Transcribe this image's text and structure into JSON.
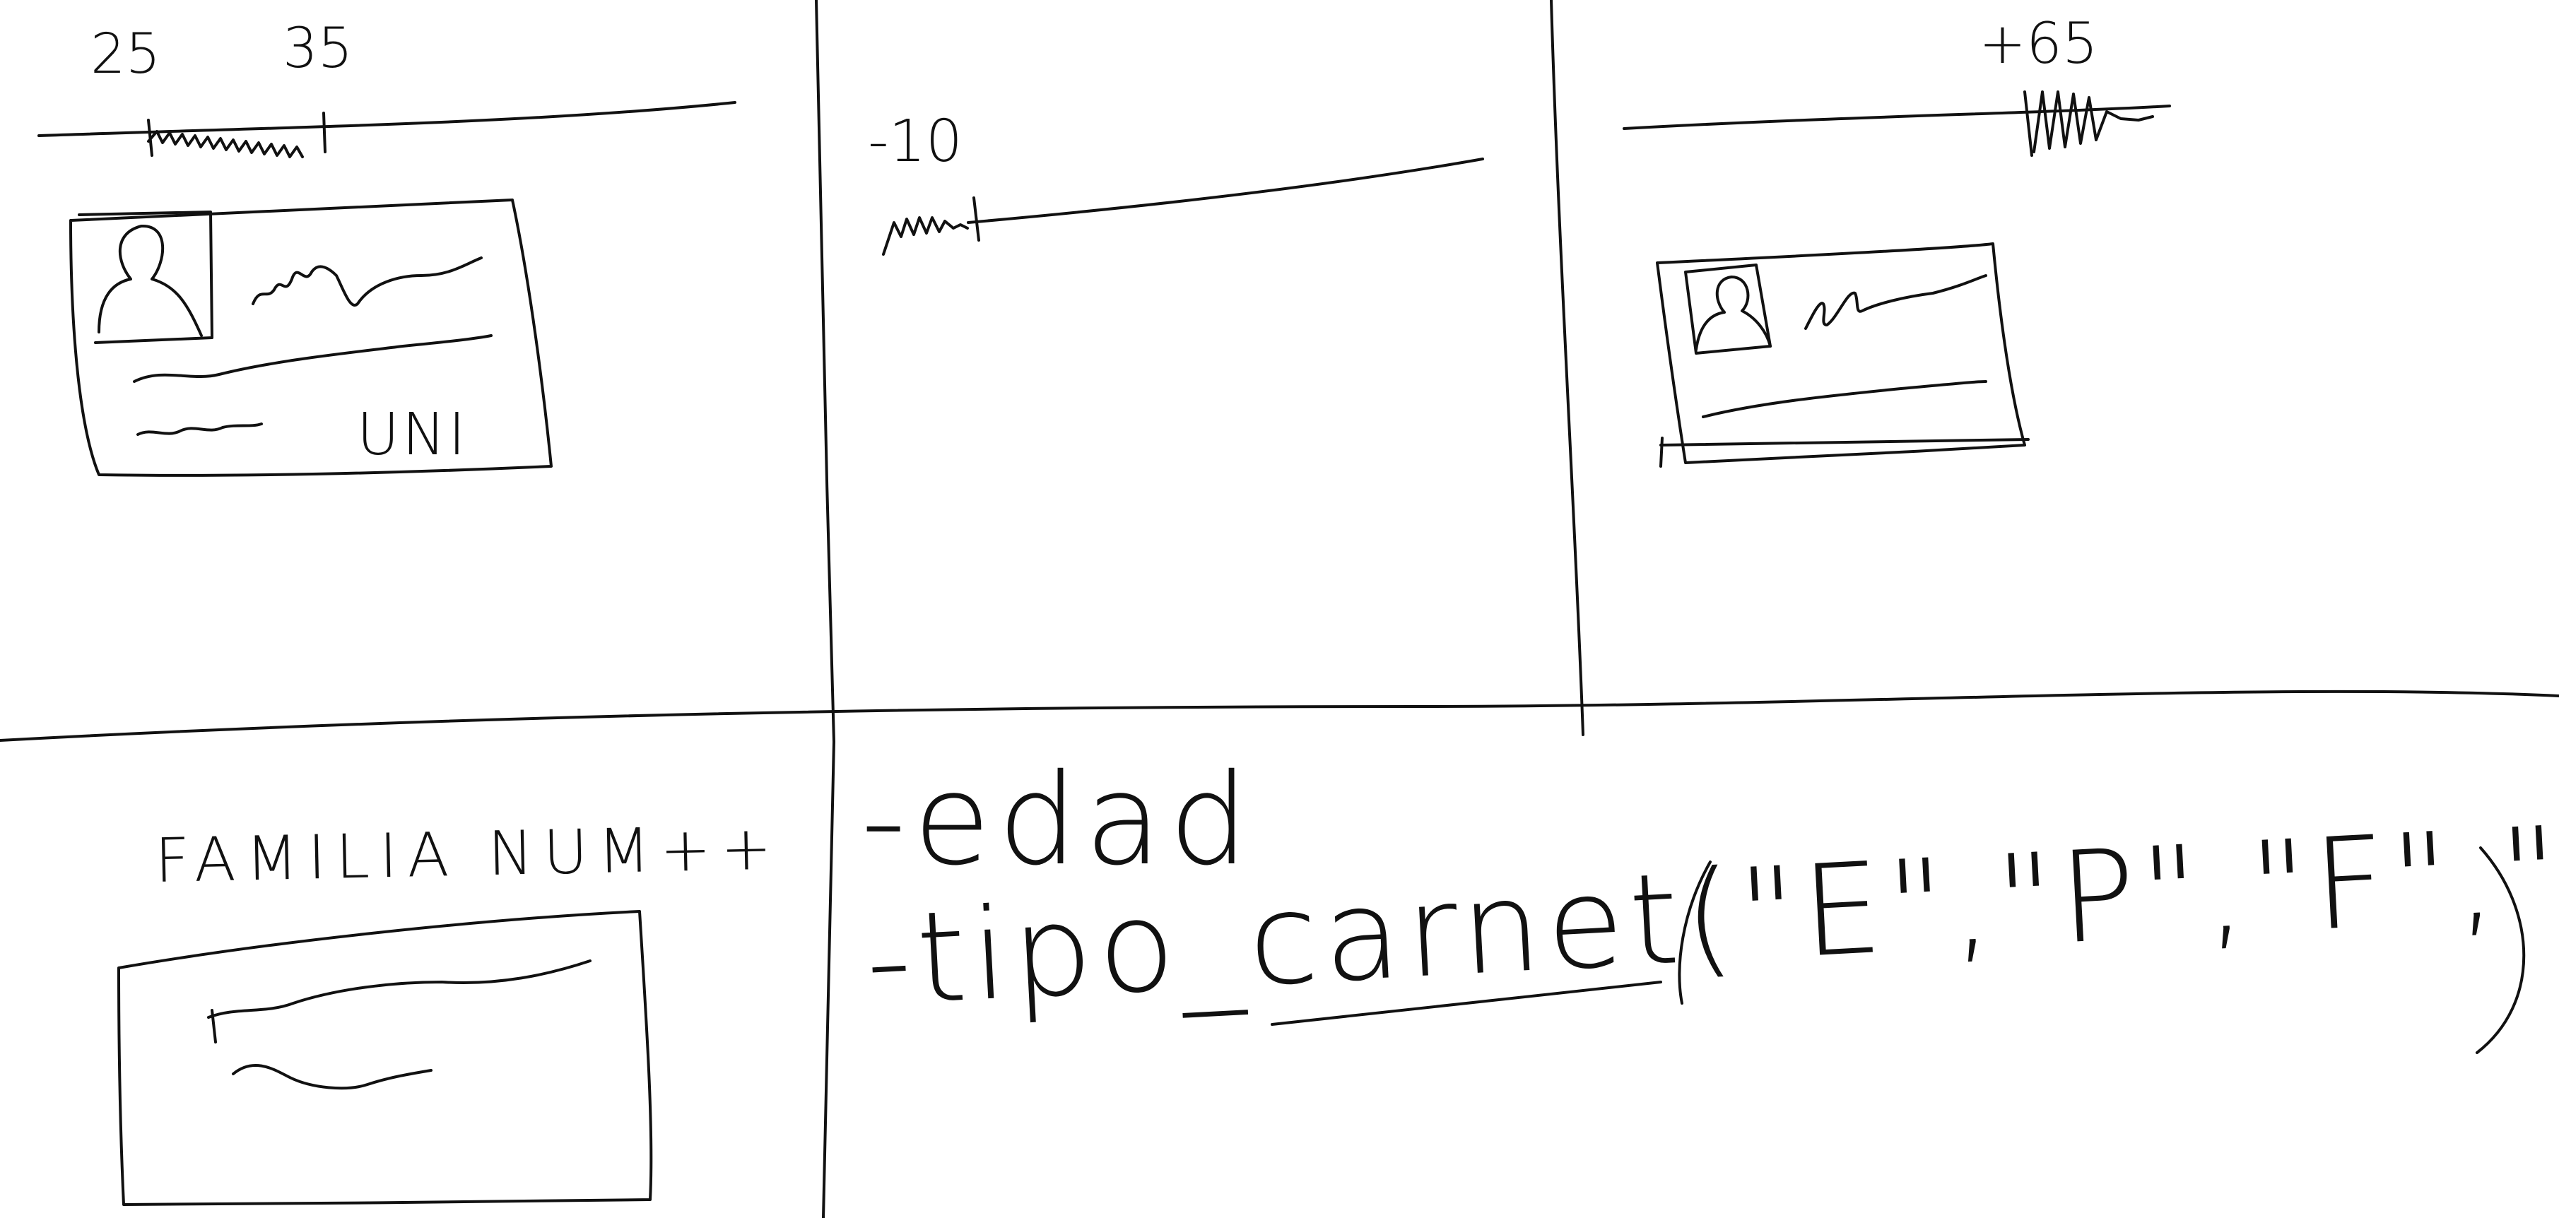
{
  "panels": {
    "young": {
      "age_from": "25",
      "age_to": "35",
      "card_label": "UNI"
    },
    "child": {
      "age_label": "-10"
    },
    "senior": {
      "age_label": "+65"
    },
    "family": {
      "title": "FAMILIA NUM++"
    }
  },
  "notes": {
    "edad": "-edad",
    "tipo_carnet": "-tipo_carnet(\"E\",\"P\",\"F\",\"N\")"
  },
  "colors": {
    "ink": "#111111",
    "paper": "#ffffff"
  }
}
